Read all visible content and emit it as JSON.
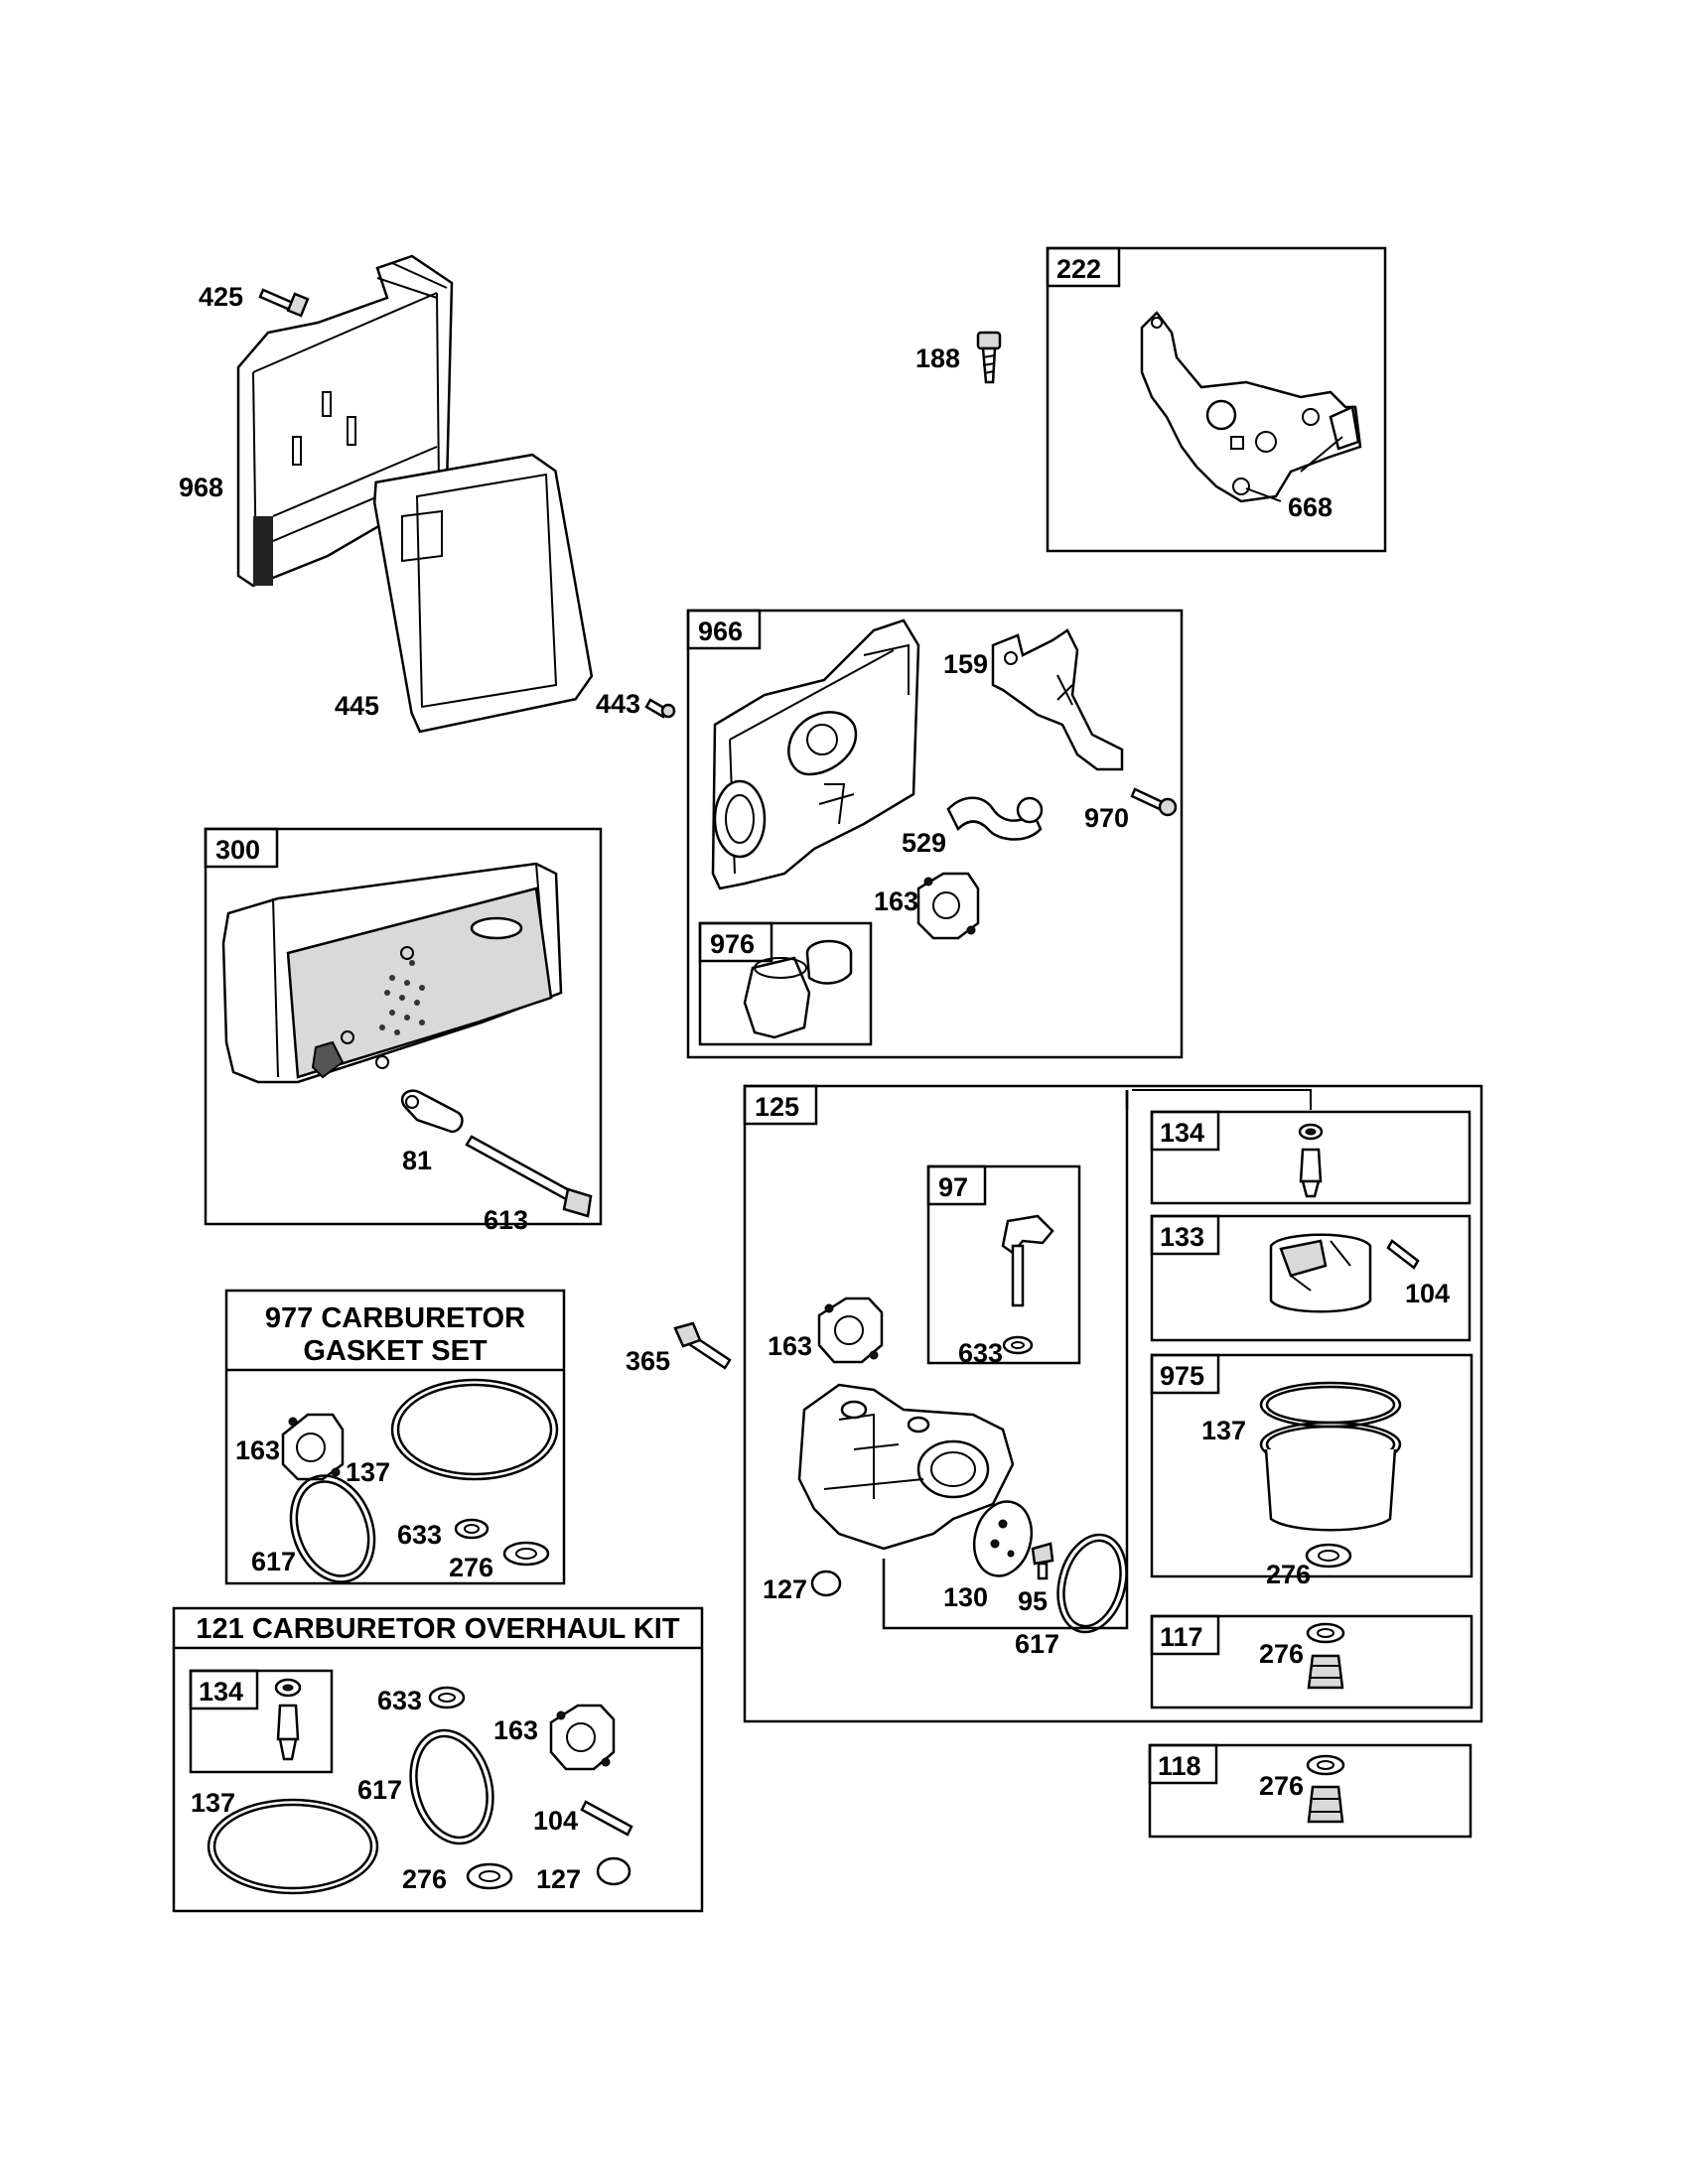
{
  "diagram": {
    "callouts": {
      "p425": "425",
      "p968": "968",
      "p445": "445",
      "p443": "443",
      "p188": "188",
      "p668": "668",
      "p159": "159",
      "p970": "970",
      "p529": "529",
      "p163a": "163",
      "p81": "81",
      "p613": "613",
      "p365": "365",
      "p163b": "163",
      "p633a": "633",
      "p127a": "127",
      "p130": "130",
      "p95": "95",
      "p617a": "617",
      "p104a": "104",
      "p137a": "137",
      "p276a": "276",
      "p276b": "276",
      "p276c": "276",
      "p163c": "163",
      "p137b": "137",
      "p617b": "617",
      "p633b": "633",
      "p276d": "276",
      "p633c": "633",
      "p163d": "163",
      "p617c": "617",
      "p137c": "137",
      "p104b": "104",
      "p276e": "276",
      "p127b": "127"
    },
    "boxes": {
      "b222": "222",
      "b966": "966",
      "b976": "976",
      "b300": "300",
      "b125": "125",
      "b97": "97",
      "b134a": "134",
      "b133": "133",
      "b975": "975",
      "b117": "117",
      "b118": "118",
      "b134b": "134"
    },
    "kits": {
      "gasket_set_line1": "977 CARBURETOR",
      "gasket_set_line2": "GASKET SET",
      "overhaul_kit": "121 CARBURETOR OVERHAUL KIT"
    }
  }
}
